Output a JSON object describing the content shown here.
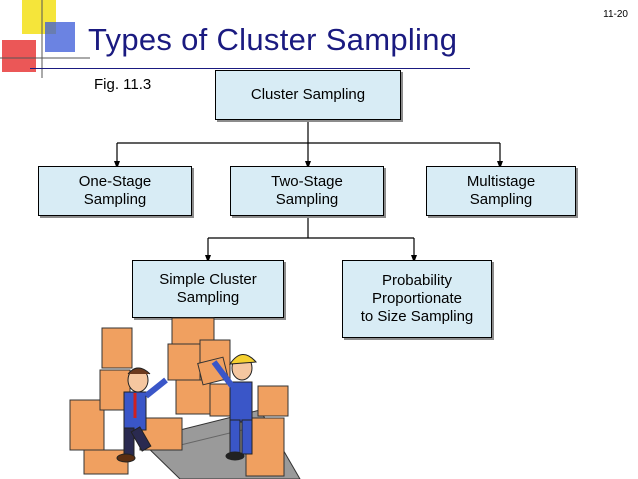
{
  "slide_number": "11-20",
  "title": "Types of Cluster Sampling",
  "figure_label": "Fig. 11.3",
  "diagram": {
    "root": "Cluster Sampling",
    "level1": {
      "one_stage": "One-Stage\nSampling",
      "two_stage": "Two-Stage\nSampling",
      "multistage": "Multistage\nSampling"
    },
    "level2": {
      "simple_cluster": "Simple Cluster\nSampling",
      "pps": "Probability\nProportionate\nto Size Sampling"
    }
  },
  "colors": {
    "title": "#1a1a80",
    "box_fill": "#d8ecf5",
    "box_shadow": "#8c8c8c",
    "deco_yellow": "#f5e53a",
    "deco_red": "#e83a3a",
    "deco_blue": "#3a5ad8",
    "carton": "#f0a060"
  },
  "illustration": "cartoon-workers-with-boxes"
}
